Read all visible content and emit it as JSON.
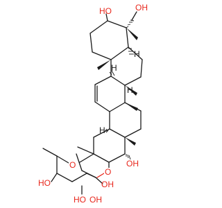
{
  "labels": {
    "oh_top": "HO",
    "hydroxymethyl": "OH",
    "h_top_ring_a": "H",
    "h_top_ring_b": "H",
    "h_middle": "H",
    "h_lower": "H",
    "oh_right": "OH",
    "glycoside_o": "O",
    "ring_o": "O",
    "oh_sugar_right": "OH",
    "oh_sugar_bottom_right": "OH",
    "ho_sugar_left": "HO",
    "ho_sugar_bottom": "HO"
  },
  "colors": {
    "bond": "#1a1a1a",
    "heteroatom": "#e8271c"
  }
}
